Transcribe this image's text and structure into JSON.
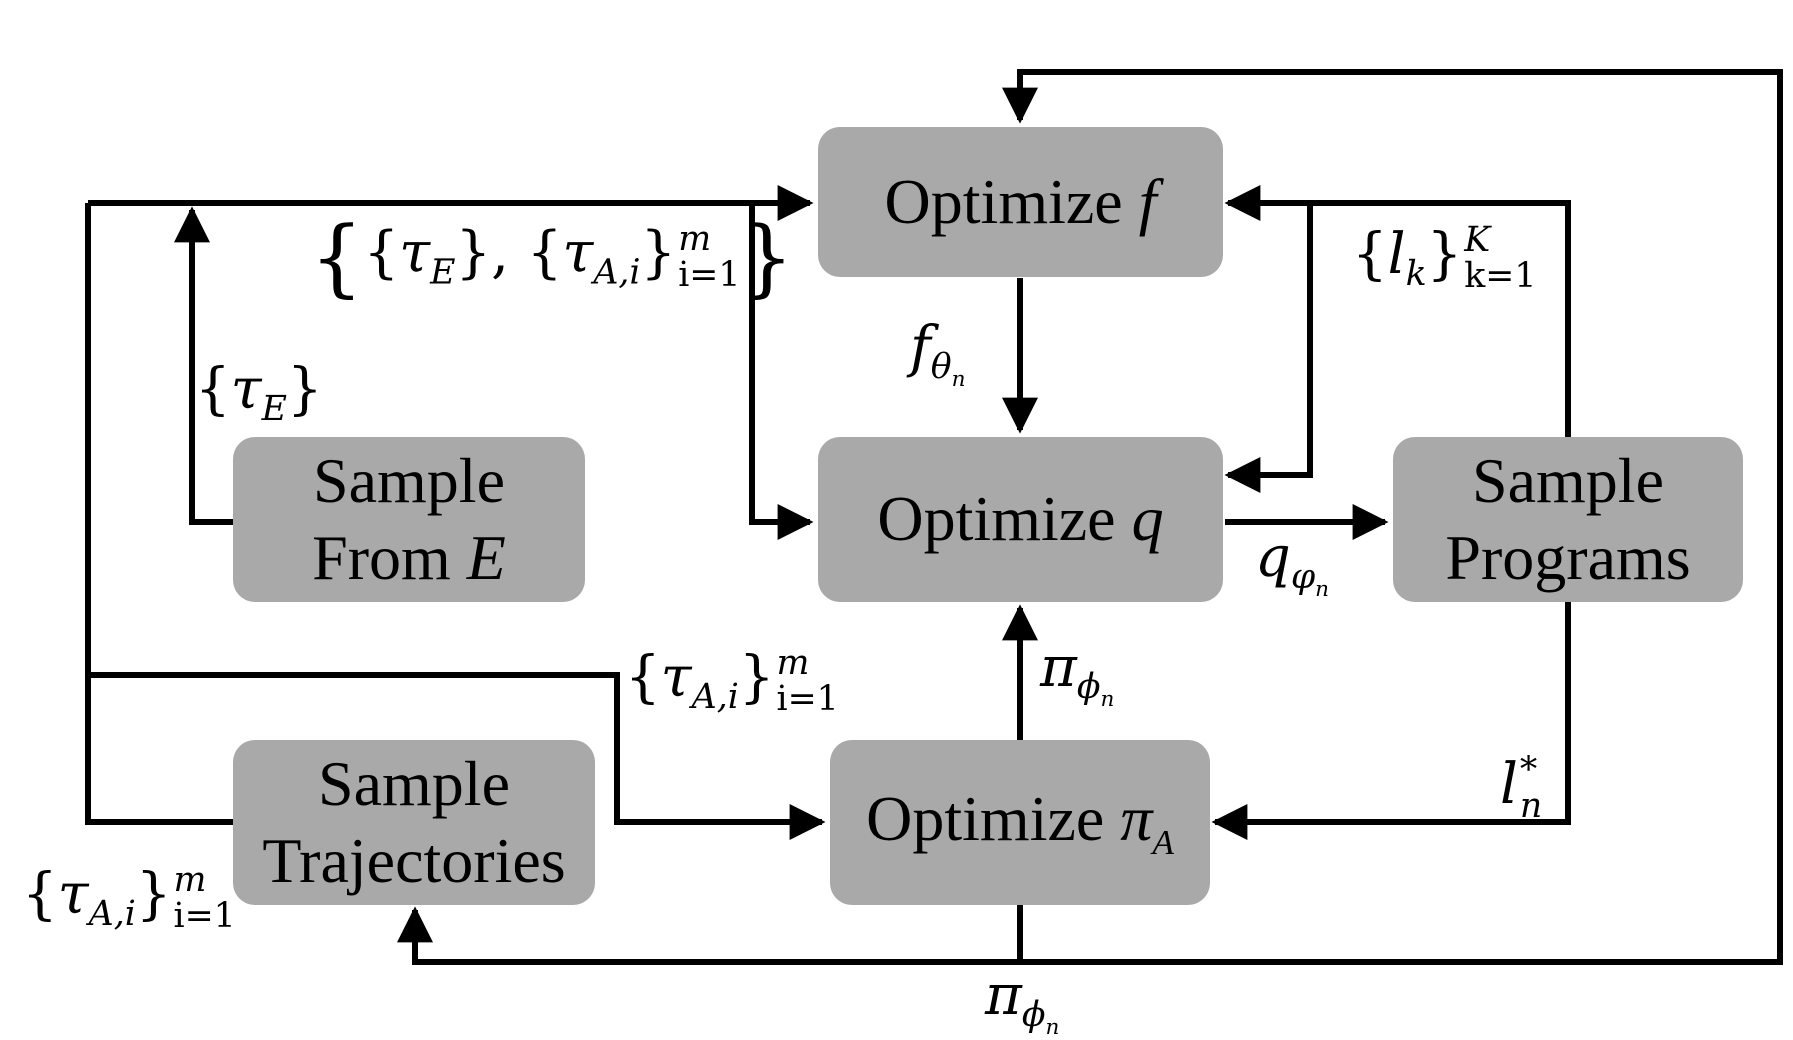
{
  "nodes": {
    "optimize_f": {
      "text": "Optimize",
      "var": "f"
    },
    "optimize_q": {
      "text": "Optimize",
      "var": "q"
    },
    "optimize_pi": {
      "text": "Optimize",
      "var": "π",
      "sub": "A"
    },
    "sample_from_e": {
      "line1": "Sample",
      "line2": "From",
      "var": "E"
    },
    "sample_programs": {
      "line1": "Sample",
      "line2": "Programs"
    },
    "sample_trajectories": {
      "line1": "Sample",
      "line2": "Trajectories"
    }
  },
  "labels": {
    "tau_e_set": {
      "open": "{",
      "sym": "τ",
      "sub": "E",
      "close": "}"
    },
    "combined_set": {
      "open_outer": "{",
      "open_inner": "{",
      "sym1": "τ",
      "sub1": "E",
      "close_inner": "}",
      "comma": ",",
      "open2": "{",
      "sym2": "τ",
      "sub2": "A,i",
      "close2": "}",
      "sup": "m",
      "lower": "i=1",
      "close_outer": "}"
    },
    "f_theta_n": {
      "sym": "f",
      "sub": "θ",
      "subsub": "n"
    },
    "q_phi_n": {
      "sym": "q",
      "sub": "φ",
      "subsub": "n"
    },
    "pi_phi_n_up": {
      "sym": "π",
      "sub": "ϕ",
      "subsub": "n"
    },
    "pi_phi_n_bottom": {
      "sym": "π",
      "sub": "ϕ",
      "subsub": "n"
    },
    "tau_ai_middle": {
      "open": "{",
      "sym": "τ",
      "sub": "A,i",
      "close": "}",
      "sup": "m",
      "lower": "i=1"
    },
    "tau_ai_left": {
      "open": "{",
      "sym": "τ",
      "sub": "A,i",
      "close": "}",
      "sup": "m",
      "lower": "i=1"
    },
    "l_k_set": {
      "open": "{",
      "sym": "l",
      "sub": "k",
      "close": "}",
      "sup": "K",
      "lower": "k=1"
    },
    "l_n_star": {
      "sym": "l",
      "sub": "n",
      "sup": "*"
    }
  }
}
